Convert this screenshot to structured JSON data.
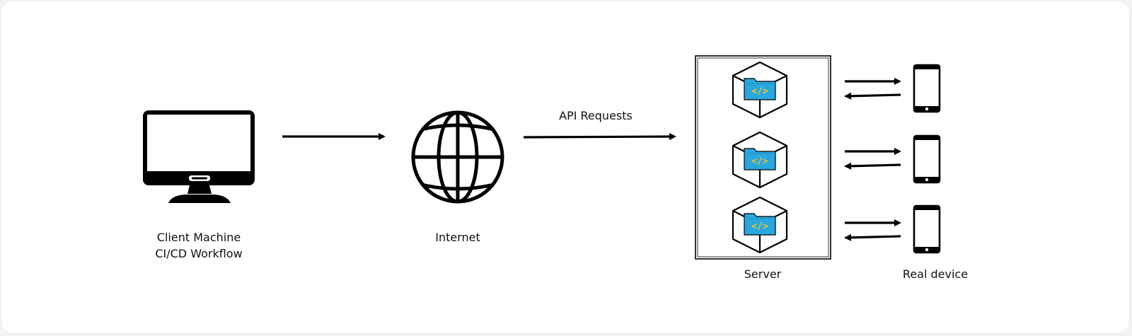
{
  "labels": {
    "client_line1": "Client Machine",
    "client_line2": "CI/CD Workflow",
    "internet": "Internet",
    "api_requests": "API Requests",
    "server": "Server",
    "real_device": "Real device"
  },
  "icons": {
    "client": "desktop-monitor-icon",
    "internet": "globe-icon",
    "container": "code-folder-box-icon",
    "device": "smartphone-icon"
  },
  "colors": {
    "stroke": "#000000",
    "folder": "#29a8e0",
    "code_glyph": "#f2c230",
    "background": "#ffffff"
  },
  "server": {
    "container_count": 3
  },
  "devices": {
    "count": 3
  }
}
